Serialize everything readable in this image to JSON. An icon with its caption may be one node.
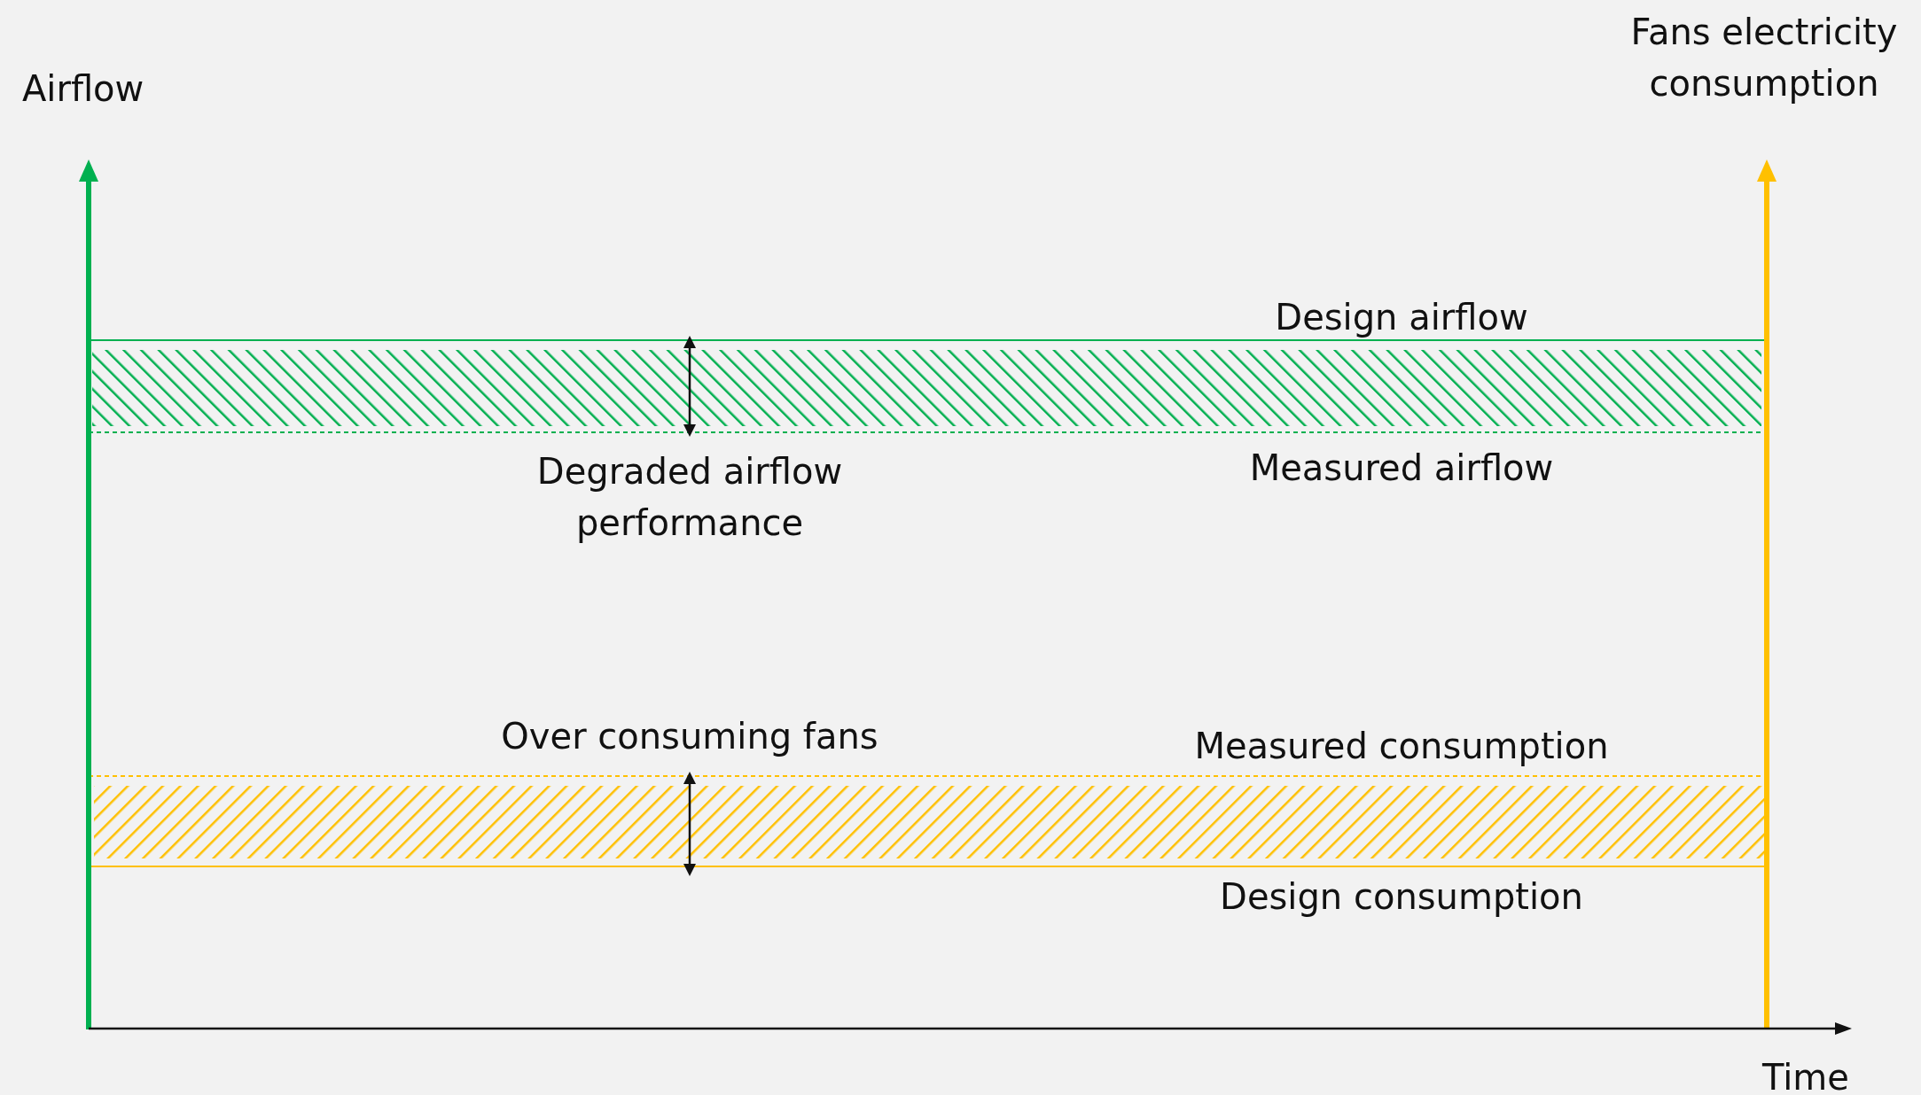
{
  "diagram": {
    "nodes": [
      {
        "text": [],
        "shape": "bar"
      },
      {
        "text": [],
        "shape": "bar"
      }
    ],
    "labels": [
      "Airflow",
      "Fans electricity consumption",
      "Design airflow",
      "Degraded airflow performance",
      "Measured airflow",
      "Over consuming fans",
      "Measured consumption",
      "Design consumption",
      "Time"
    ]
  }
}
